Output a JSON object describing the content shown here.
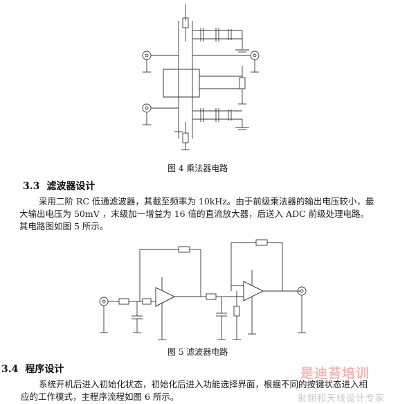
{
  "fig4": {
    "caption": "图 4    乘法器电路"
  },
  "section_3_3": {
    "number": "3.3",
    "title": "滤波器设计",
    "lines": [
      "采用二阶 RC 低通滤波器，其截至频率为 10kHz。由于前级乘法器的输出电压较小，最",
      "大输出电压为 50mV ，末级加一增益为 16 倍的直流放大器，后送入 ADC 前级处理电路。",
      "其电路图如图 5 所示。"
    ]
  },
  "fig5": {
    "caption": "图 5    滤波器电路"
  },
  "section_3_4": {
    "number": "3.4",
    "title": "程序设计",
    "lines": [
      "系统开机后进入初始化状态，初始化后进入功能选择界面，根据不同的按键状态进入相",
      "应的工作模式，主程序流程如图 6 所示。"
    ]
  },
  "watermark": {
    "main": "是迪苔培训",
    "sub": "射频和天线设计专家"
  }
}
